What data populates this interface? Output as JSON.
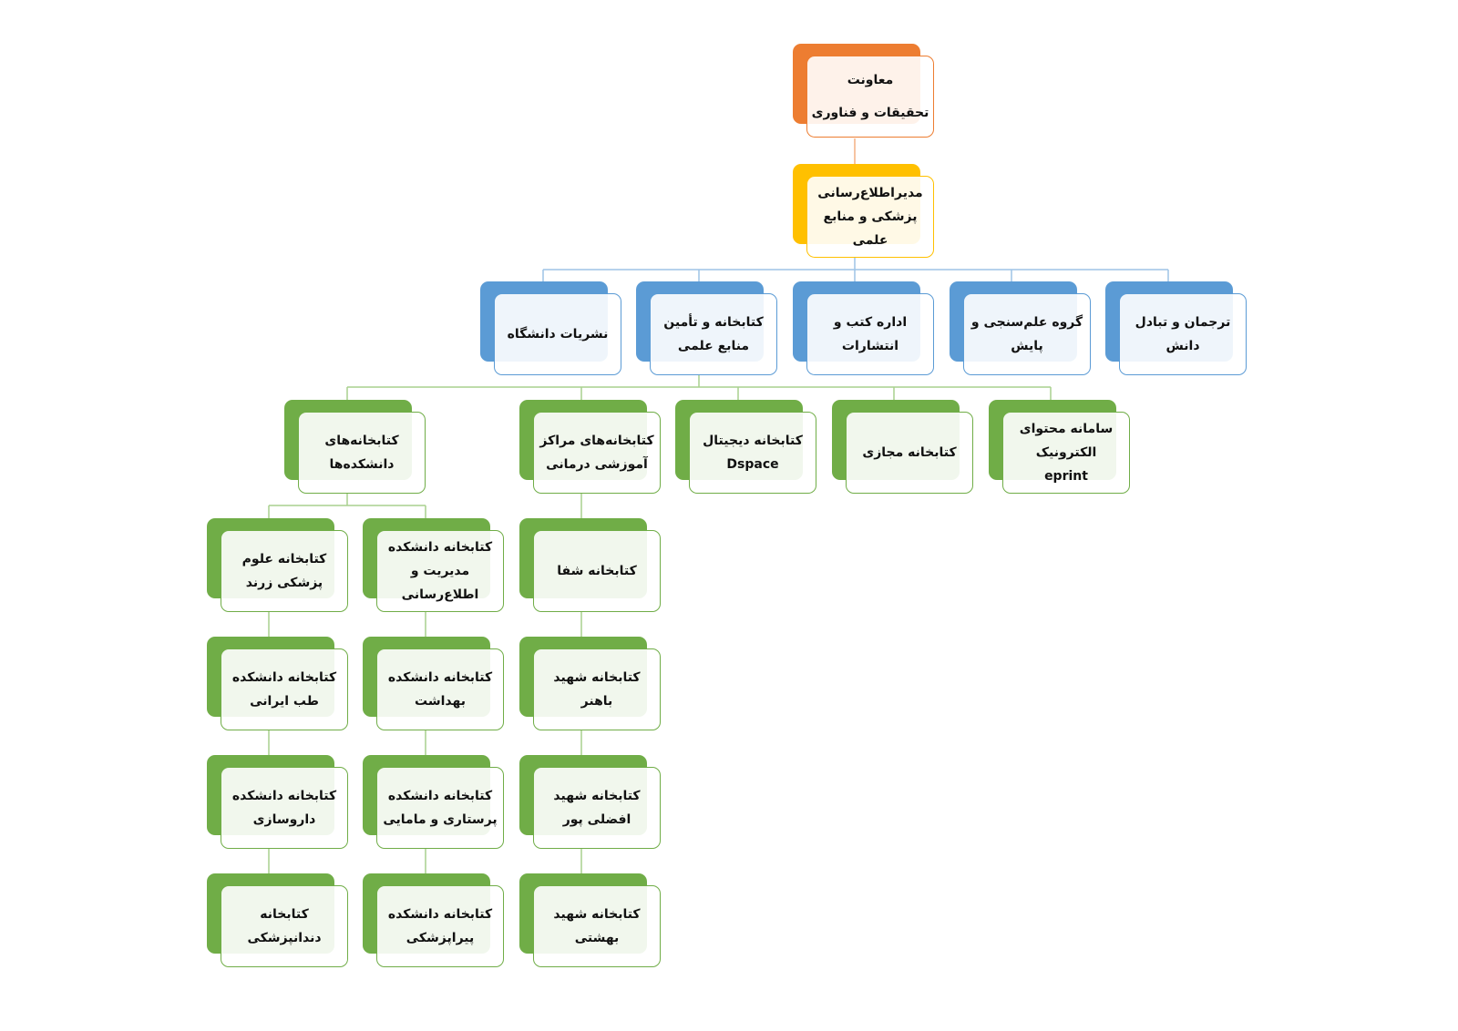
{
  "colors": {
    "orange": "#ED7D31",
    "yellow": "#FFC000",
    "blue": "#5B9BD5",
    "green": "#70AD47"
  },
  "root": "معاونت\nتحقیقات و فناوری",
  "director": "مدیراطلاع‌رسانی\nپزشکی و منابع\nعلمی",
  "departments": [
    "نشریات دانشگاه",
    "کتابخانه و تأمین\nمنابع علمی",
    "اداره کتب و\nانتشارات",
    "گروه علم‌سنجی و\nپایش",
    "ترجمان و تبادل\nدانش"
  ],
  "library_units": [
    "کتابخانه‌های\nدانشکده‌ها",
    "کتابخانه‌های مراکز\nآموزشی درمانی",
    "کتابخانه دیجیتال\nDspace",
    "کتابخانه مجازی",
    "سامانه محتوای\nالکترونیک\neprint"
  ],
  "faculty_libraries_a": [
    "کتابخانه علوم\nپزشکی زرند",
    "کتابخانه دانشکده\nطب ایرانی",
    "کتابخانه دانشکده\nداروسازی",
    "کتابخانه\nدندانپزشکی"
  ],
  "faculty_libraries_b": [
    "کتابخانه دانشکده\nمدیریت و\nاطلاع‌رسانی",
    "کتابخانه دانشکده\nبهداشت",
    "کتابخانه دانشکده\nپرستاری و مامایی",
    "کتابخانه دانشکده\nپیراپزشکی"
  ],
  "hospital_libraries": [
    "کتابخانه شفا",
    "کتابخانه شهید\nباهنر",
    "کتابخانه شهید\nافضلی پور",
    "کتابخانه شهید\nبهشتی"
  ]
}
